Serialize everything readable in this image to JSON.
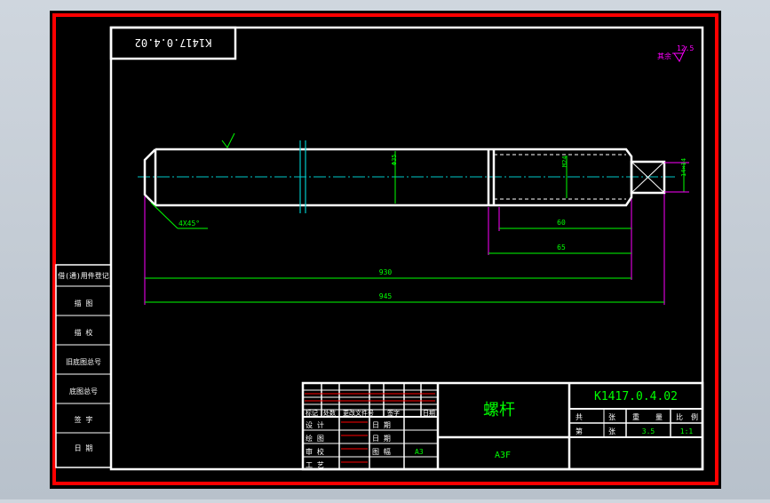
{
  "drawing": {
    "mirrored_code": "K1417.0.4.02",
    "roughness": {
      "value": "12.5",
      "other": "其余"
    },
    "callouts": {
      "chamfer": "4X45°",
      "dia_shaft": "Φ35",
      "thread": "M24",
      "square": "14×14",
      "dim_60": "60",
      "dim_65": "65",
      "dim_930": "930",
      "dim_945": "945"
    },
    "side_labels": [
      "借(通)用件登记",
      "描    图",
      "描    校",
      "旧底图总号",
      "底图总号",
      "签    字",
      "日    期"
    ]
  },
  "title_block": {
    "part_name": "螺杆",
    "material": "A3F",
    "drawing_no": "K1417.0.4.02",
    "header_cells": [
      "共",
      "张",
      "重",
      "量",
      "比",
      "例"
    ],
    "row2": {
      "a": "第",
      "b": "张",
      "weight": "3.5",
      "scale": "1:1"
    },
    "change_cols": [
      "标记",
      "处数",
      "更改文件号",
      "签字",
      "日期"
    ],
    "sign_rows": [
      {
        "role": "设  计",
        "k": "日  期"
      },
      {
        "role": "绘  图",
        "k": "日  期"
      },
      {
        "role": "审  校",
        "k": "图  幅",
        "v": "A3"
      },
      {
        "role": "工  艺",
        "k": ""
      }
    ]
  }
}
